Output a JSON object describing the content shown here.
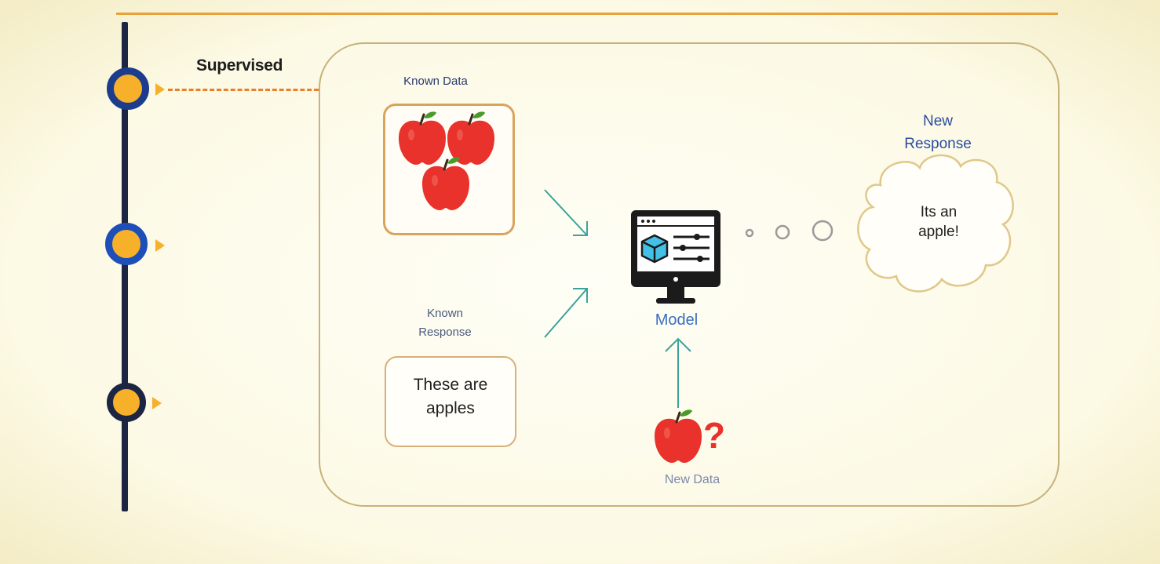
{
  "stages": {
    "first": {
      "label": "Supervised"
    }
  },
  "diagram": {
    "known_data": {
      "label": "Known Data"
    },
    "known_response": {
      "label_line1": "Known",
      "label_line2": "Response",
      "box_line1": "These are",
      "box_line2": "apples"
    },
    "model": {
      "label": "Model"
    },
    "new_data": {
      "label": "New Data",
      "mark": "?"
    },
    "new_response": {
      "label_line1": "New",
      "label_line2": "Response",
      "cloud_line1": "Its an",
      "cloud_line2": "apple!"
    }
  },
  "icons": {
    "apple": "apple-icon",
    "monitor": "monitor-icon",
    "question": "question-mark-icon",
    "cloud": "thought-cloud"
  },
  "colors": {
    "accent_orange": "#e9812a",
    "node_fill": "#f6b02a",
    "timeline_dark": "#1c2541",
    "node_blue": "#1e4fb8",
    "apple_red": "#e8322b",
    "leaf_green": "#4a9a2a",
    "arrow_teal": "#3ba39b",
    "panel_border": "#c6b27a"
  }
}
